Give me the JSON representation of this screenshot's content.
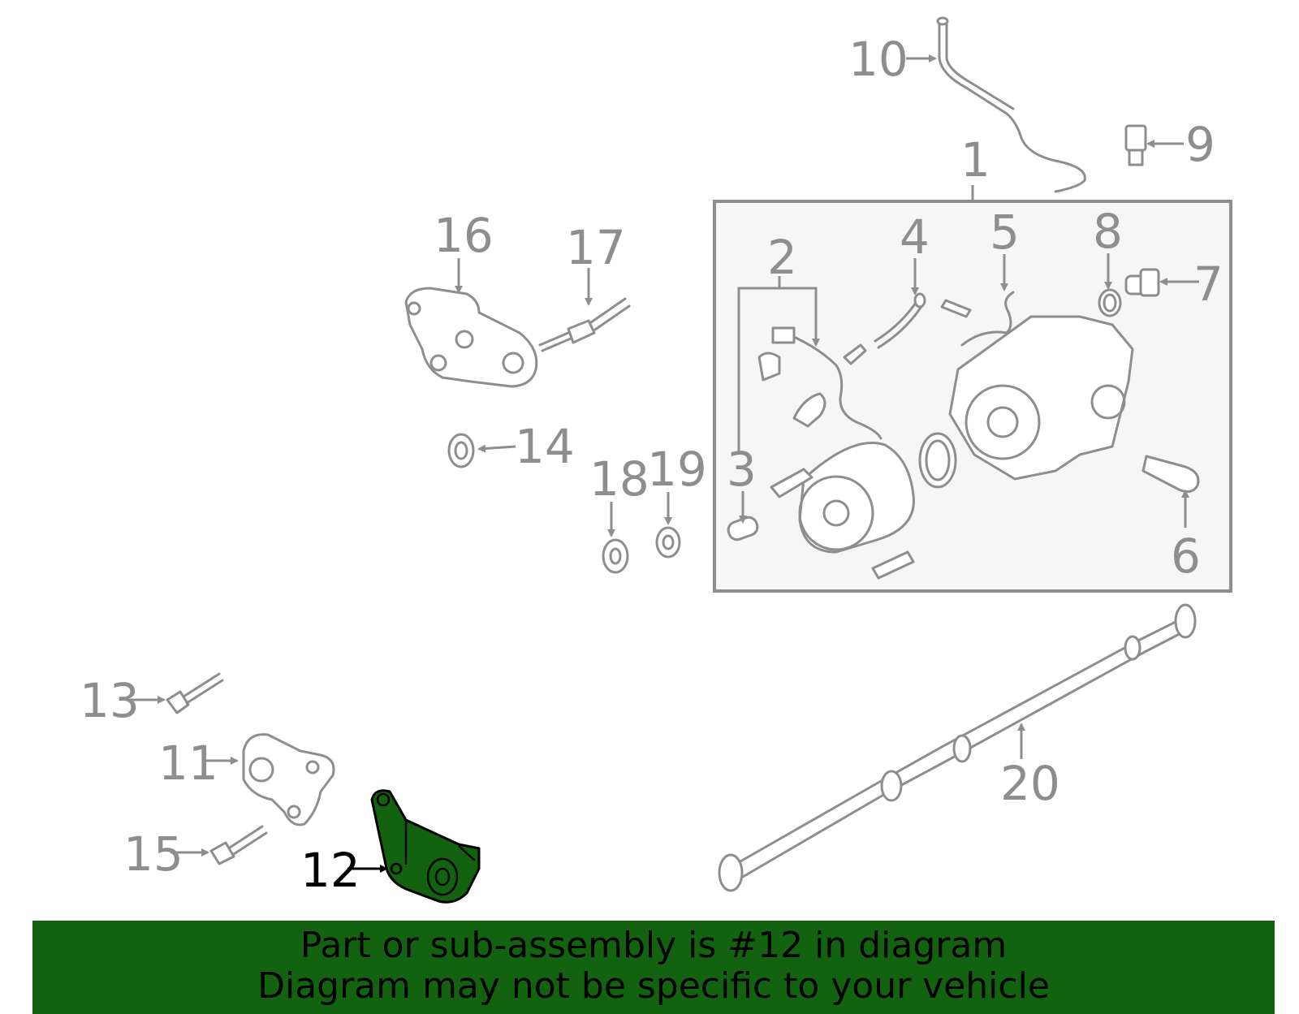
{
  "diagram": {
    "highlight_color": "#12620f",
    "line_color": "#8e8e8e",
    "assembly_box_fill": "#f6f6f6",
    "highlighted_part": "12",
    "callouts": {
      "c1": "1",
      "c2": "2",
      "c3": "3",
      "c4": "4",
      "c5": "5",
      "c6": "6",
      "c7": "7",
      "c8": "8",
      "c9": "9",
      "c10": "10",
      "c11": "11",
      "c12": "12",
      "c13": "13",
      "c14": "14",
      "c15": "15",
      "c16": "16",
      "c17": "17",
      "c18": "18",
      "c19": "19",
      "c20": "20"
    }
  },
  "banner": {
    "line1": "Part or sub-assembly is #12 in diagram",
    "line2": "Diagram may not be specific to your vehicle",
    "background": "#12620f"
  }
}
